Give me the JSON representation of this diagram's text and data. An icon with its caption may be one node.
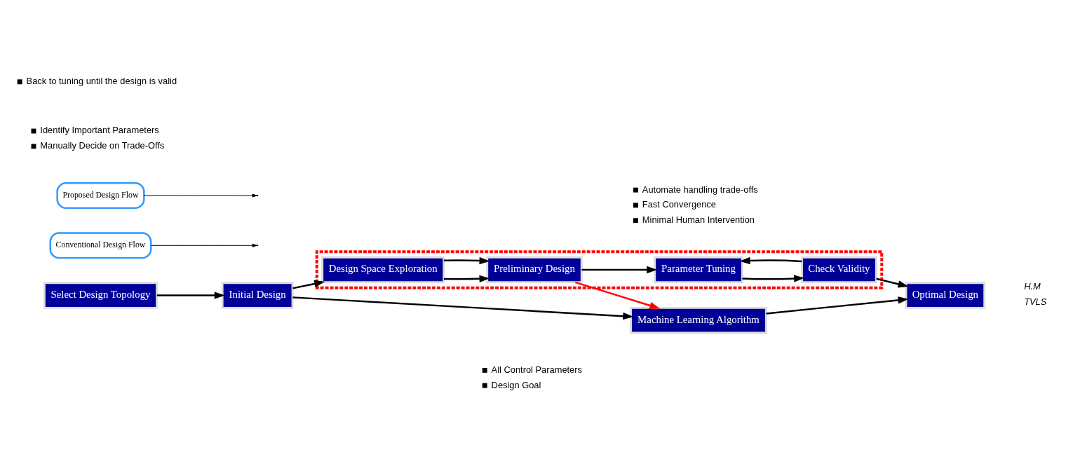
{
  "diagram": {
    "nodes": [
      {
        "text": [
          "Select Design Topology"
        ]
      },
      {
        "text": [
          "Initial Design"
        ]
      },
      {
        "text": [],
        "shape": "box"
      },
      {
        "text": [
          "Design Space Exploration"
        ],
        "in": 2
      },
      {
        "text": [
          "Preliminary Design"
        ],
        "in": 2
      },
      {
        "text": [
          "Parameter Tuning"
        ],
        "in": 2
      },
      {
        "text": [
          "Check Validity"
        ],
        "in": 2
      },
      {
        "text": [
          "Optimal Design"
        ]
      },
      {
        "text": [
          "Machine Learning Algorithm"
        ]
      },
      {
        "text": [
          "Conventional Design Flow"
        ]
      },
      {
        "text": [
          "Proposed Design Flow"
        ]
      }
    ],
    "edges": [
      {
        "from": 0,
        "to": 1,
        "arrow": "to"
      },
      {
        "from": 1,
        "to": 3,
        "arrow": "to"
      },
      {
        "from": 3,
        "to": 4,
        "arrow": "to"
      },
      {
        "from": 3,
        "to": 4,
        "arrow": "to"
      },
      {
        "from": 4,
        "to": 5,
        "arrow": "to"
      },
      {
        "from": 5,
        "to": 6,
        "arrow": "to"
      },
      {
        "from": 6,
        "to": 5,
        "arrow": "to"
      },
      {
        "from": 6,
        "to": 7,
        "arrow": "to"
      },
      {
        "from": 4,
        "to": 8,
        "arrow": "to",
        "color": "#ff0000"
      },
      {
        "from": 1,
        "to": 8,
        "arrow": "to"
      },
      {
        "from": 8,
        "to": 7,
        "arrow": "to"
      },
      {
        "from": 9,
        "to": null,
        "arrow": "to"
      },
      {
        "from": 10,
        "to": null,
        "arrow": "to"
      }
    ],
    "labels": [
      "Identify Important Parameters",
      "Manually Decide on Trade-Offs",
      "Back to tuning until the design is valid",
      "Automate handling trade-offs",
      "Fast Convergence",
      "Minimal Human Intervention",
      "All Control Parameters",
      "Design Goal",
      "H.M",
      "TVLS"
    ]
  }
}
